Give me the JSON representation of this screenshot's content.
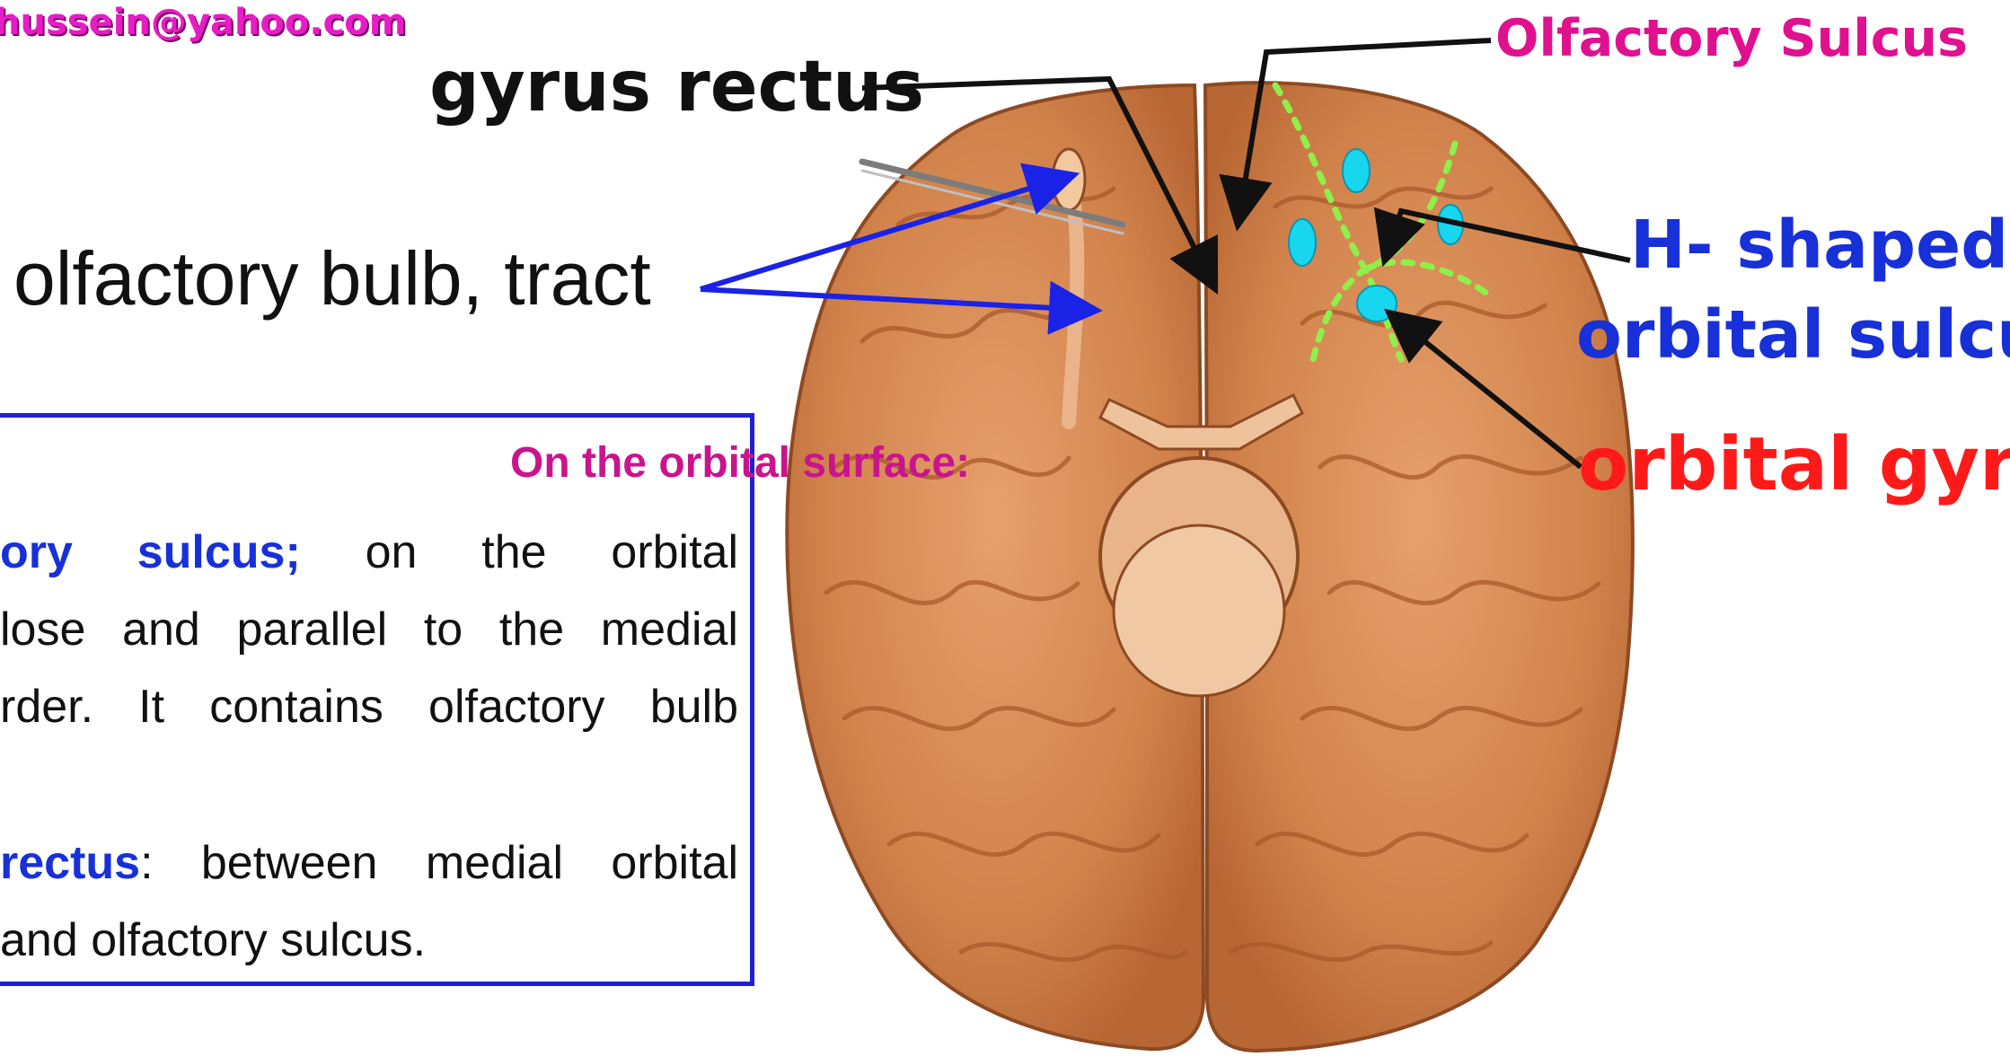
{
  "header": {
    "email": "hussein@yahoo.com"
  },
  "labels": {
    "gyrus_rectus": "gyrus rectus",
    "olfactory_bulb_tract": "olfactory bulb, tract",
    "olfactory_sulcus": "Olfactory Sulcus",
    "h_shaped_line1": "H- shaped",
    "h_shaped_line2": "orbital sulcus",
    "orbital_gyri": "orbital gyri"
  },
  "info_box": {
    "title": "On the orbital surface:",
    "para1": {
      "term": "ory sulcus;",
      "line1_rest": " on the orbital",
      "line2": "lose and parallel to the medial",
      "line3": "rder. It contains olfactory bulb"
    },
    "para2": {
      "term": "rectus",
      "line1_rest": ": between medial orbital",
      "line2": "and olfactory sulcus."
    }
  },
  "colors": {
    "email": "#e81cc6",
    "olfactory_sulcus_label": "#e0118f",
    "h_shaped_label": "#1830d8",
    "orbital_gyri_label": "#ff1a1a",
    "box_border": "#1f1fd6",
    "brain_fill": "#d98a55",
    "dots": "#19d6ef",
    "dashed_sulcus": "#8ef04a"
  }
}
